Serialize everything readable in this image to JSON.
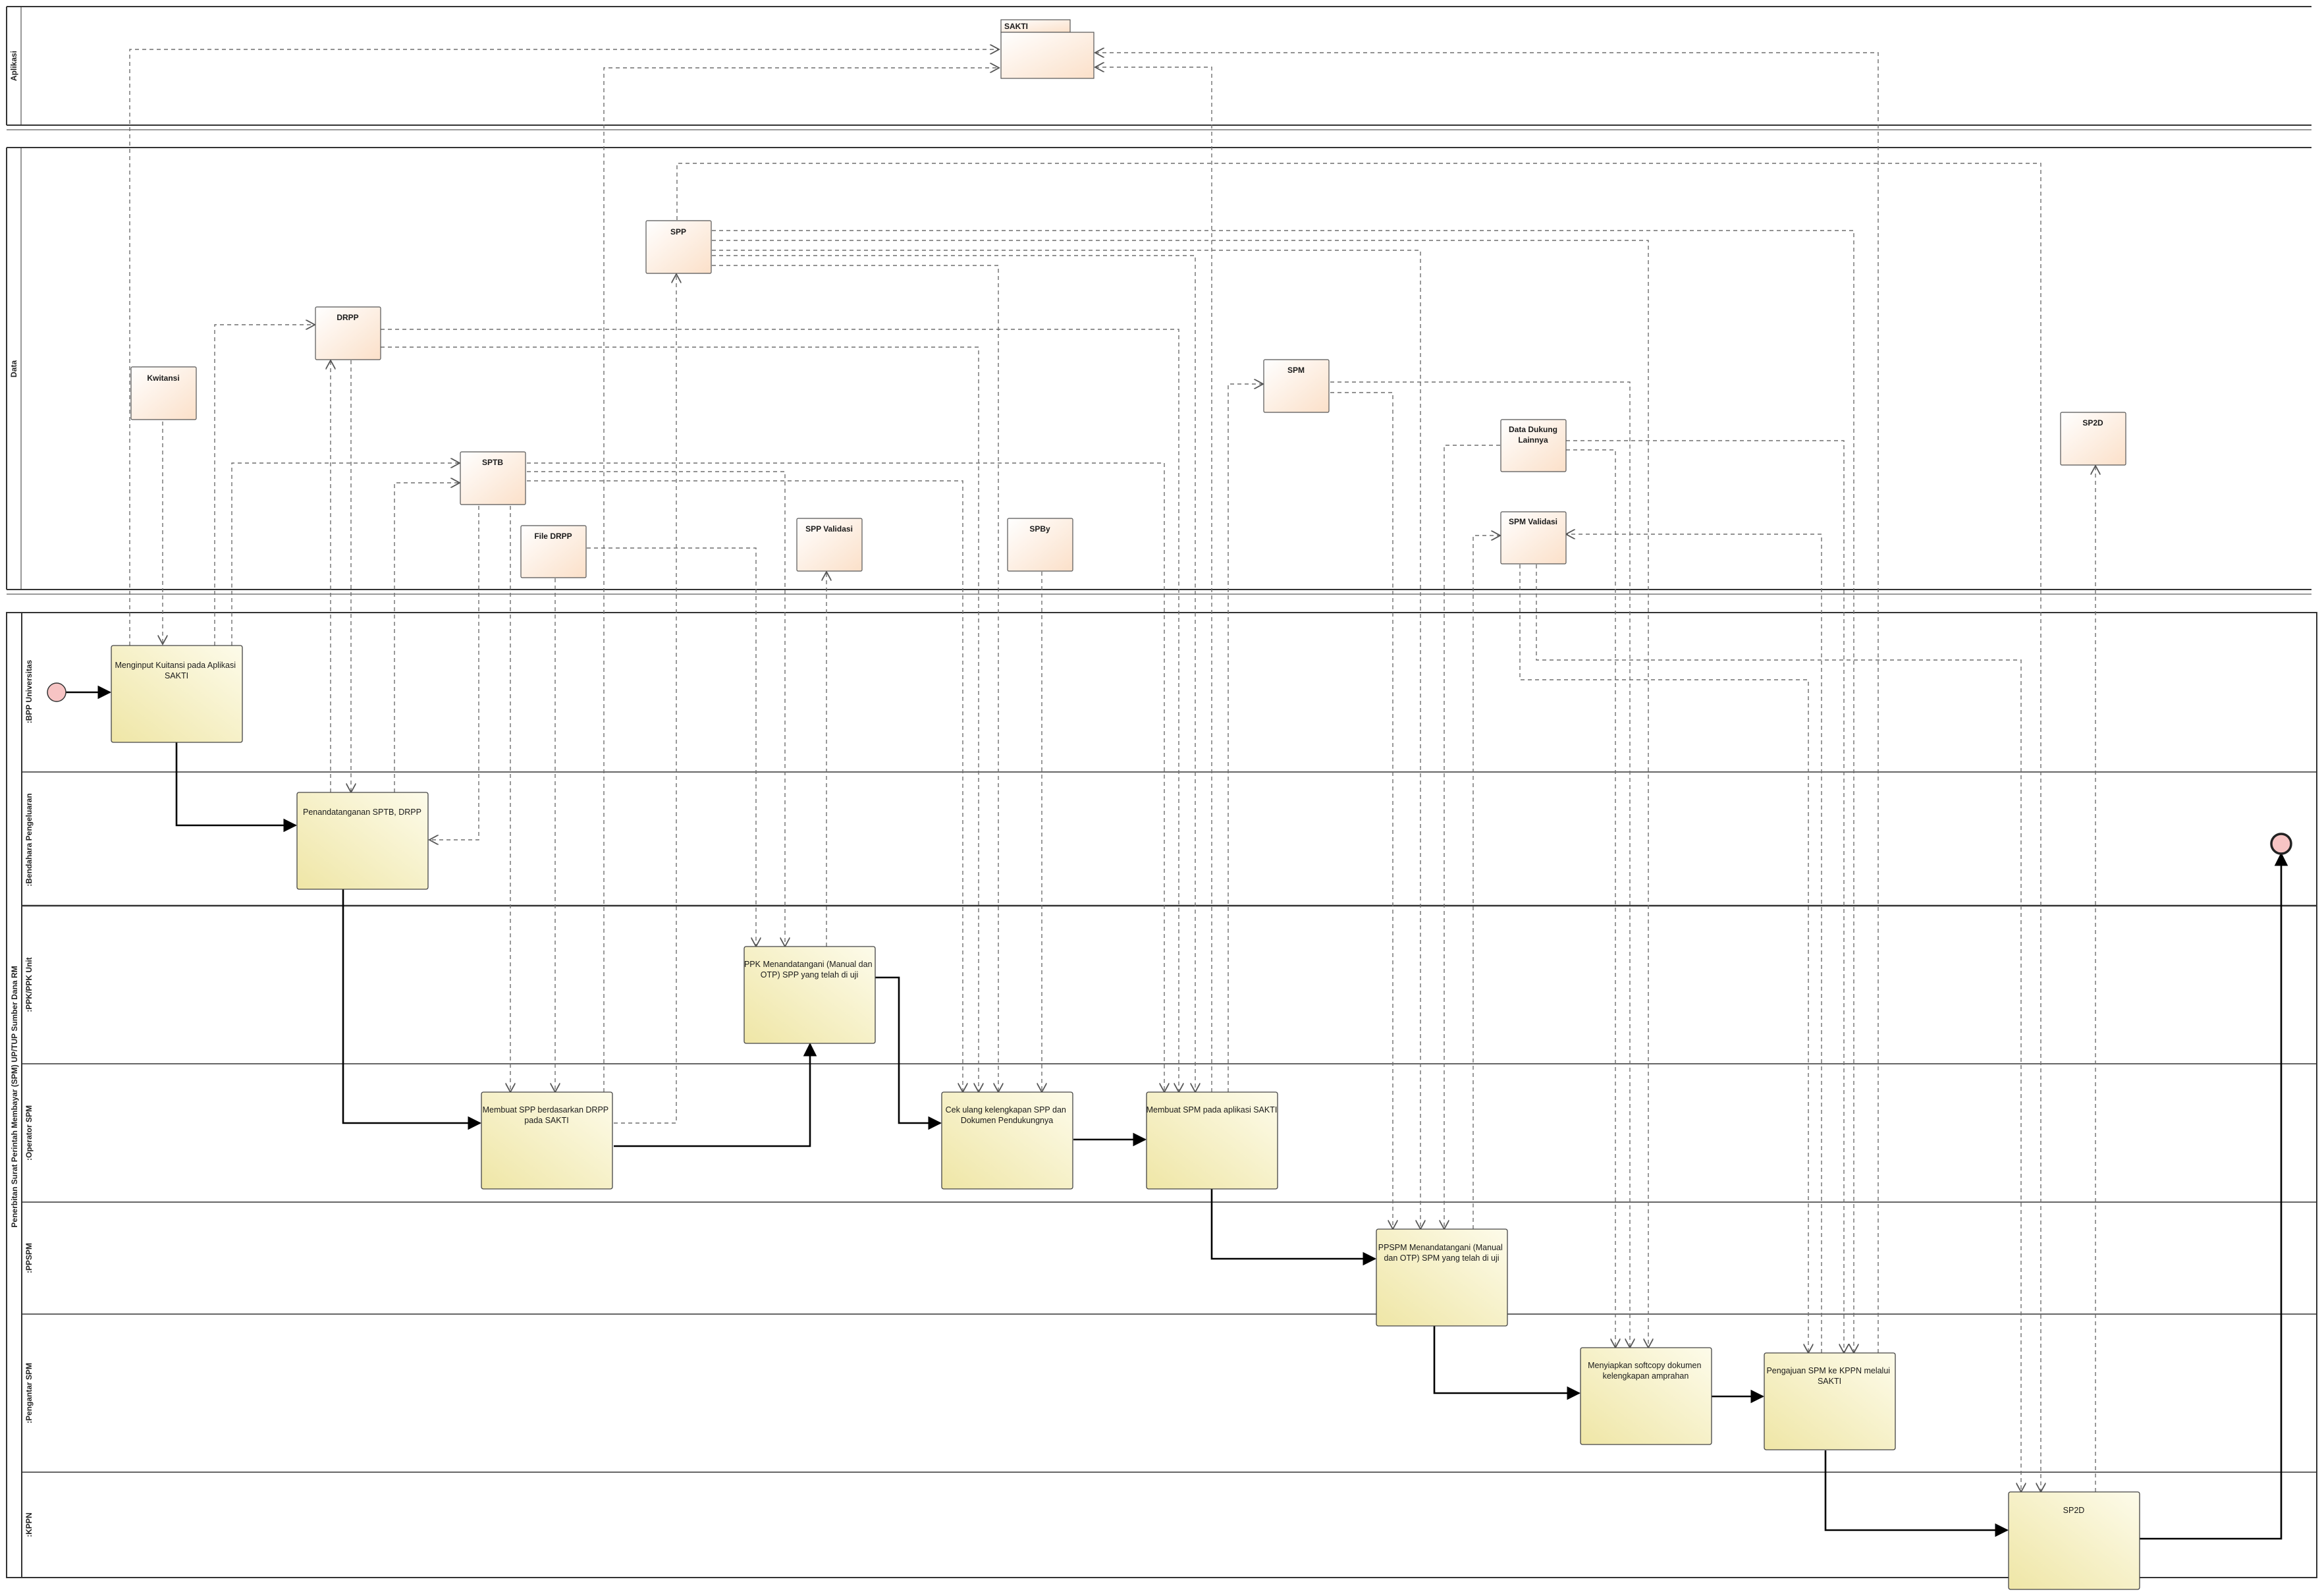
{
  "pools": {
    "aplikasi": "Aplikasi",
    "data": "Data",
    "process": "Penerbitan Surat Perintah Membayar (SPM) UP/TUP Sumber Dana RM"
  },
  "lanes": {
    "bpp": ":BPP Universitas",
    "bendahara": ":Bendahara Pengeluaran",
    "ppk": ":PPK/PPK Unit",
    "operator": ":Operator SPM",
    "ppspm": ":PPSPM",
    "pengantar": ":Pengantar SPM",
    "kppn": ":KPPN"
  },
  "objects": {
    "sakti": "SAKTI",
    "spp": "SPP",
    "drpp": "DRPP",
    "kwitansi": "Kwitansi",
    "sptb": "SPTB",
    "file_drpp": "File DRPP",
    "spp_validasi": "SPP Validasi",
    "spby": "SPBy",
    "spm": "SPM",
    "data_dukung_1": "Data Dukung",
    "data_dukung_2": "Lainnya",
    "spm_validasi": "SPM Validasi",
    "sp2d": "SP2D"
  },
  "activities": {
    "a1": [
      "Menginput Kuitansi pada Aplikasi",
      "SAKTI"
    ],
    "a2": [
      "Penandatanganan SPTB, DRPP"
    ],
    "a3": [
      "PPK Menandatangani (Manual dan",
      "OTP) SPP yang telah di uji"
    ],
    "a4": [
      "Membuat SPP berdasarkan DRPP",
      "pada SAKTI"
    ],
    "a5": [
      "Cek ulang kelengkapan SPP dan",
      "Dokumen Pendukungnya"
    ],
    "a6": [
      "Membuat SPM pada aplikasi SAKTI"
    ],
    "a7": [
      "PPSPM Menandatangani (Manual",
      "dan OTP) SPM yang telah di uji"
    ],
    "a8": [
      "Menyiapkan softcopy dokumen",
      "kelengkapan amprahan"
    ],
    "a9": [
      "Pengajuan SPM ke KPPN melalui",
      "SAKTI"
    ],
    "a10": [
      "SP2D"
    ]
  },
  "colors": {
    "activity_fill_start": "#fbf7df",
    "activity_fill_end": "#efe6a6",
    "object_fill_start": "#ffffff",
    "object_fill_end": "#fbe3d0",
    "start_event": "#f7c4c4",
    "lane_border": "#333333"
  }
}
